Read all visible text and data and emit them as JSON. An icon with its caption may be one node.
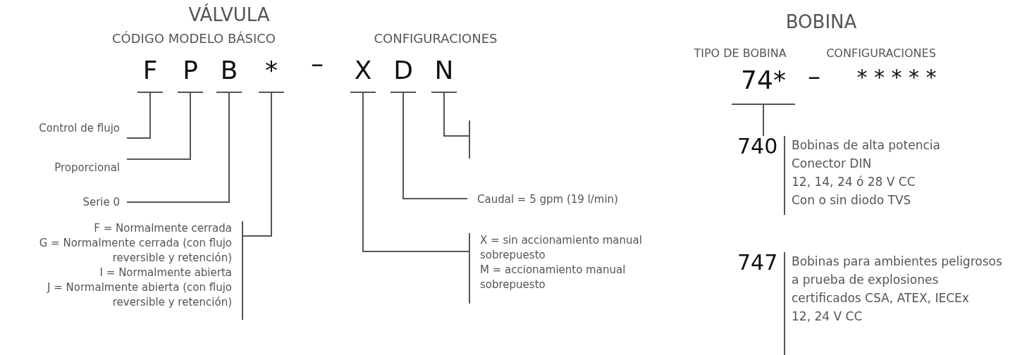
{
  "diagram": {
    "nodes": [
      {
        "text": [
          "F"
        ]
      },
      {
        "text": [
          "P"
        ]
      },
      {
        "text": [
          "B"
        ]
      },
      {
        "text": [
          "*"
        ]
      },
      {
        "text": [
          "X"
        ]
      },
      {
        "text": [
          "D"
        ]
      },
      {
        "text": [
          "N"
        ]
      },
      {
        "text": [
          "Control de flujo"
        ]
      },
      {
        "text": [
          "Proporcional"
        ]
      },
      {
        "text": [
          "Serie 0"
        ]
      },
      {
        "text": [
          "F = Normalmente cerrada",
          "G = Normalmente cerrada (con flujo reversible y retención)",
          "I = Normalmente abierta",
          "J = Normalmente abierta (con flujo reversible y retención)"
        ]
      },
      {
        "text": [],
        "shape": "bar"
      },
      {
        "text": [
          "Caudal = 5 gpm (19 l/min)"
        ]
      },
      {
        "text": [
          "X = sin accionamiento manual sobrepuesto",
          "M = accionamiento manual sobrepuesto"
        ]
      },
      {
        "text": [
          "74*"
        ]
      },
      {
        "text": [
          "740",
          "Bobinas de alta potencia",
          "Conector DIN",
          "12, 14, 24 ó 28 V CC",
          "Con o sin diodo TVS"
        ]
      },
      {
        "text": [
          "747",
          "Bobinas para ambientes peligrosos",
          "a prueba de explosiones",
          "certificados CSA, ATEX, IECEx",
          "12, 24 V CC"
        ]
      }
    ],
    "edges": [
      {
        "from": 0,
        "to": 7,
        "arrow": "none"
      },
      {
        "from": 1,
        "to": 8,
        "arrow": "none"
      },
      {
        "from": 2,
        "to": 9,
        "arrow": "none"
      },
      {
        "from": 3,
        "to": 10,
        "arrow": "none"
      },
      {
        "from": 6,
        "to": 11,
        "arrow": "none"
      },
      {
        "from": 5,
        "to": 12,
        "arrow": "none"
      },
      {
        "from": 4,
        "to": 13,
        "arrow": "none"
      },
      {
        "from": 14,
        "to": 15,
        "arrow": "none"
      }
    ],
    "labels": [
      "VÁLVULA",
      "BOBINA",
      "CÓDIGO MODELO BÁSICO",
      "CONFIGURACIONES",
      "TIPO DE BOBINA",
      "CONFIGURACIONES",
      "–",
      "–",
      "* * * * *"
    ]
  }
}
